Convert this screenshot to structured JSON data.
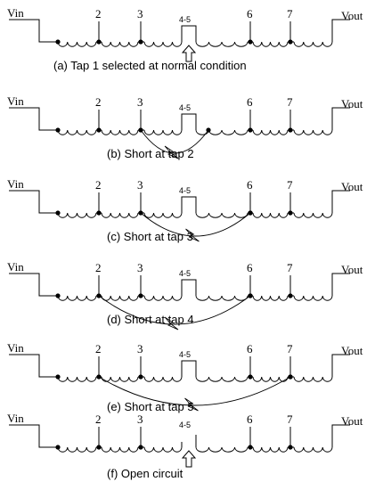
{
  "colors": {
    "ink": "#000000",
    "background": "#ffffff"
  },
  "panels": [
    {
      "id": "a",
      "vin": "Vin",
      "vout": "Vout",
      "taps": {
        "t2": "2",
        "t3": "3",
        "t45": "4-5",
        "t6": "6",
        "t7": "7"
      },
      "caption": "(a)  Tap 1 selected at normal condition",
      "fault": "none",
      "arrow": true
    },
    {
      "id": "b",
      "vin": "Vin",
      "vout": "Vout",
      "taps": {
        "t2": "2",
        "t3": "3",
        "t45": "4-5",
        "t6": "6",
        "t7": "7"
      },
      "caption": "(b) Short at tap 2",
      "fault": "short",
      "short_from": "t3",
      "short_to": "t6p",
      "arrow": false
    },
    {
      "id": "c",
      "vin": "Vin",
      "vout": "Vout",
      "taps": {
        "t2": "2",
        "t3": "3",
        "t45": "4-5",
        "t6": "6",
        "t7": "7"
      },
      "caption": "(c)  Short at tap 3",
      "fault": "short",
      "short_from": "t3",
      "short_to": "t6",
      "arrow": false
    },
    {
      "id": "d",
      "vin": "Vin",
      "vout": "Vout",
      "taps": {
        "t2": "2",
        "t3": "3",
        "t45": "4-5",
        "t6": "6",
        "t7": "7"
      },
      "caption": "(d)  Short at tap 4",
      "fault": "short",
      "short_from": "t2",
      "short_to": "t6",
      "arrow": false
    },
    {
      "id": "e",
      "vin": "Vin",
      "vout": "Vout",
      "taps": {
        "t2": "2",
        "t3": "3",
        "t45": "4-5",
        "t6": "6",
        "t7": "7"
      },
      "caption": "(e)  Short at tap 5",
      "fault": "short",
      "short_from": "t2",
      "short_to": "t7",
      "arrow": false
    },
    {
      "id": "f",
      "vin": "Vin",
      "vout": "Vout",
      "taps": {
        "t2": "2",
        "t3": "3",
        "t45": "4-5",
        "t6": "6",
        "t7": "7"
      },
      "caption": "(f)  Open circuit",
      "fault": "open",
      "arrow": true
    }
  ]
}
